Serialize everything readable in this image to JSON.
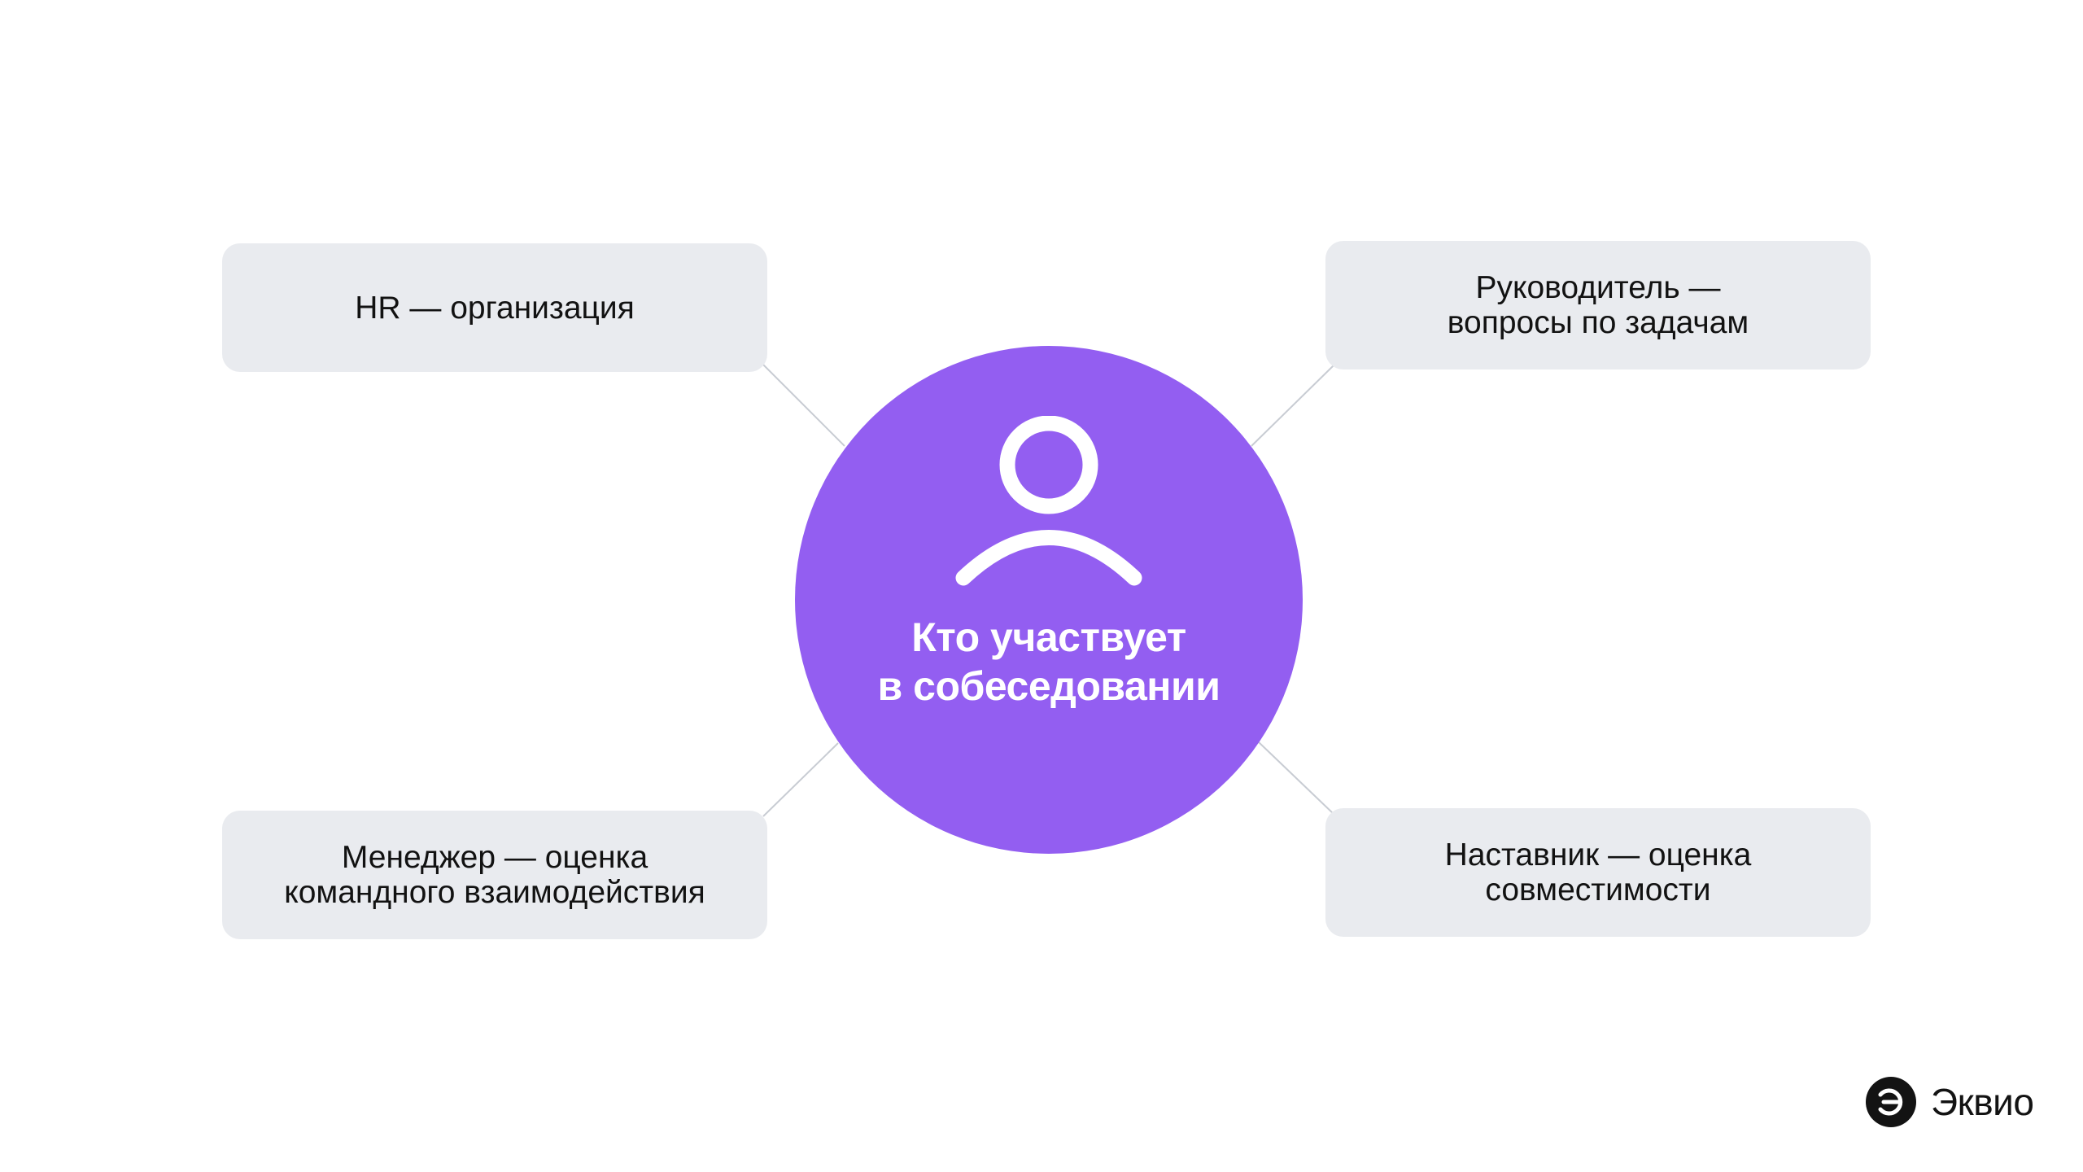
{
  "center": {
    "title": "Кто участвует\nв собеседовании",
    "icon": "person-icon"
  },
  "participants": [
    {
      "id": "hr",
      "label": "HR — организация"
    },
    {
      "id": "lead",
      "label": "Руководитель —\nвопросы по задачам"
    },
    {
      "id": "manager",
      "label": "Менеджер — оценка\nкомандного взаимодействия"
    },
    {
      "id": "mentor",
      "label": "Наставник — оценка\nсовместимости"
    }
  ],
  "brand": {
    "name": "Эквио",
    "icon": "ekvio-logo-icon"
  },
  "colors": {
    "accent": "#935ef1",
    "box_background": "#e9ebef",
    "connector": "#c8ccd3",
    "text": "#121212"
  }
}
